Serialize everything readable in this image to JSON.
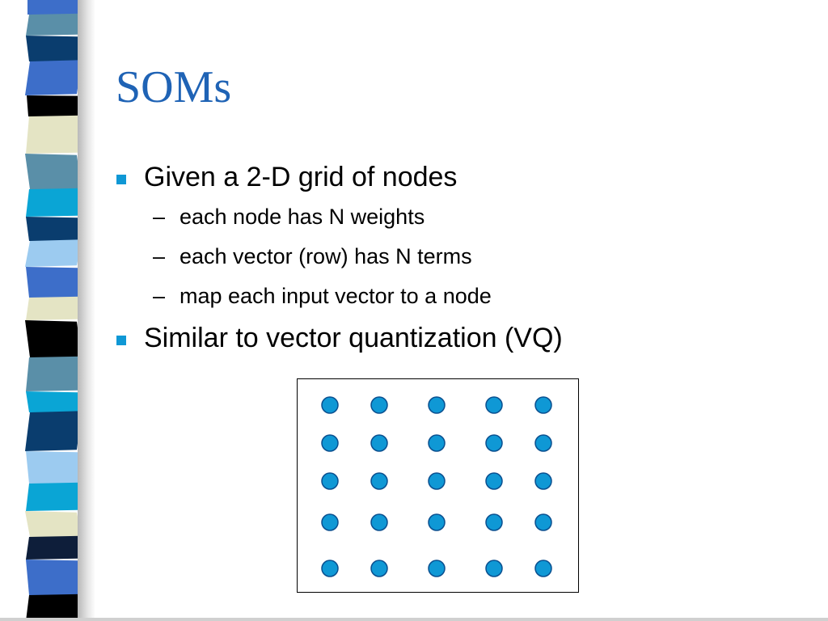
{
  "slide": {
    "title": "SOMs",
    "bullets": [
      {
        "text": "Given a 2-D grid of nodes",
        "subitems": [
          "each node has N weights",
          "each vector (row) has N terms",
          "map each input vector to a node"
        ]
      },
      {
        "text": "Similar to vector quantization (VQ)",
        "subitems": []
      }
    ],
    "sub_marker": "–"
  },
  "node_grid": {
    "rows": 5,
    "columns": 5,
    "node_color": "#0f98d5",
    "node_outline": "#0a4f8f"
  },
  "colors": {
    "title": "#1f63b5",
    "bullet_marker": "#0f98d5",
    "stripe_palette": [
      "#1f63b5",
      "#5a8fa8",
      "#0a3d6e",
      "#3d6ec9",
      "#000000",
      "#e4e4c4",
      "#0aa5d5",
      "#9ccbf0",
      "#0e1e3a"
    ]
  }
}
